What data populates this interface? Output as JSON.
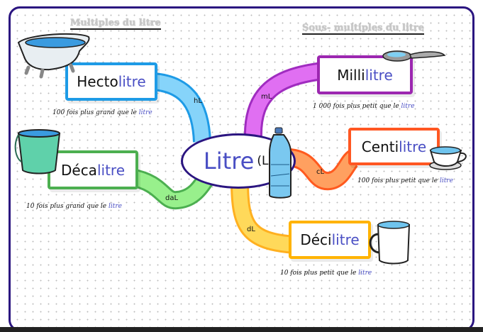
{
  "headings": {
    "multiples": "Multiples du litre",
    "submultiples": "Sous- multiples du litre"
  },
  "center": {
    "word": "Litre",
    "unit": "(L)"
  },
  "units": [
    {
      "id": "hecto",
      "prefix": "Hecto",
      "suffix": "litre",
      "abbr": "hL",
      "caption_pre": "100 fois plus grand que le ",
      "caption_lit": "litre",
      "color": "#1e9be6"
    },
    {
      "id": "deca",
      "prefix": "Déca",
      "suffix": "litre",
      "abbr": "daL",
      "caption_pre": "10 fois plus grand que le ",
      "caption_lit": "litre",
      "color": "#4caf50"
    },
    {
      "id": "milli",
      "prefix": "Milli",
      "suffix": "litre",
      "abbr": "mL",
      "caption_pre": "1 000 fois plus petit que le ",
      "caption_lit": "litre",
      "color": "#9c27b0"
    },
    {
      "id": "centi",
      "prefix": "Centi",
      "suffix": "litre",
      "abbr": "cL",
      "caption_pre": "100 fois plus petit que le ",
      "caption_lit": "litre",
      "color": "#ff5722"
    },
    {
      "id": "deci",
      "prefix": "Déci",
      "suffix": "litre",
      "abbr": "dL",
      "caption_pre": "10 fois plus petit que le ",
      "caption_lit": "litre",
      "color": "#ffb300"
    }
  ]
}
